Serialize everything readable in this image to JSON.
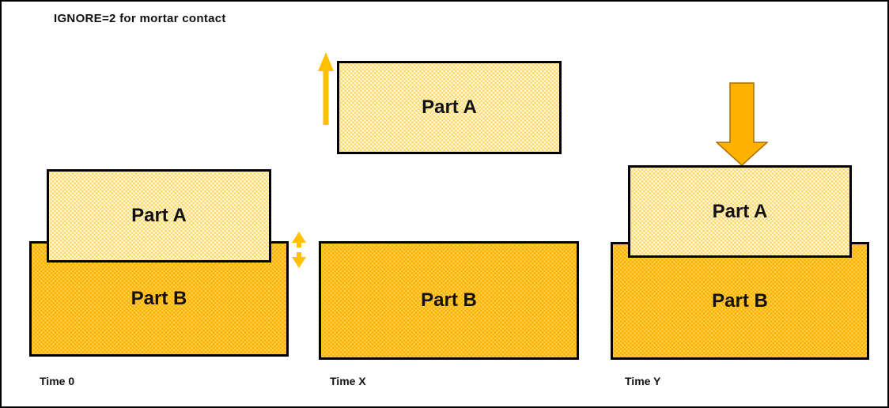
{
  "title": "IGNORE=2 for mortar contact",
  "panels": [
    {
      "time_label": "Time 0",
      "part_a_label": "Part A",
      "part_b_label": "Part B",
      "arrow_icon": "vertical-double-arrow-icon",
      "description_state": "Part A initially penetrates Part B"
    },
    {
      "time_label": "Time X",
      "part_a_label": "Part A",
      "part_b_label": "Part B",
      "arrow_icon": "up-arrow-icon",
      "description_state": "Part A separated above Part B"
    },
    {
      "time_label": "Time Y",
      "part_a_label": "Part A",
      "part_b_label": "Part B",
      "arrow_icon": "down-arrow-icon",
      "description_state": "Part A pressed down onto Part B"
    }
  ],
  "colors": {
    "part_a_fill": "#FFD75E",
    "part_a_dots": "#FFFFFF",
    "part_b_fill": "#FFAB00",
    "part_b_dots": "#FFD852",
    "arrow_gold": "#FFC000",
    "arrow_orange": "#FFB100",
    "arrow_outline": "#A86E00",
    "shape_border": "#000000",
    "frame_border": "#000000",
    "background": "#FFFFFF"
  }
}
